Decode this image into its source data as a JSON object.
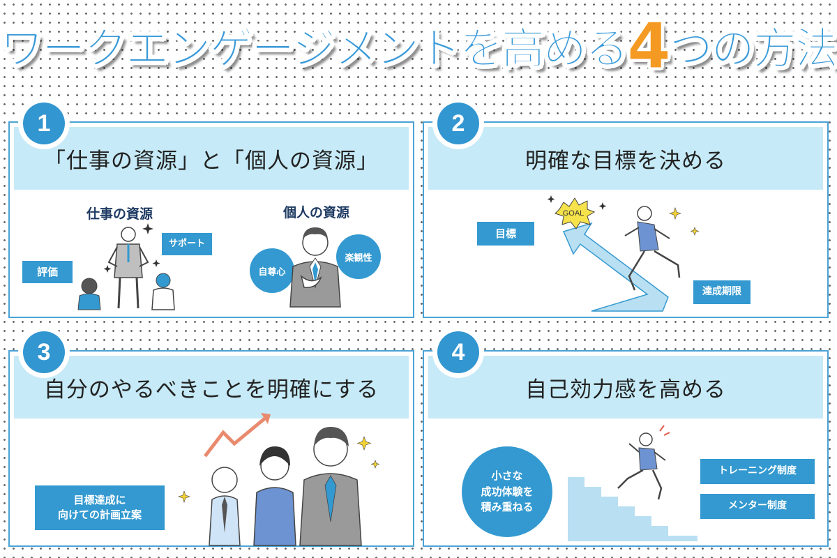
{
  "title": {
    "before": "ワークエンゲージメントを高める",
    "number": "4",
    "after": "つの方法"
  },
  "cards": [
    {
      "number": "1",
      "heading": "「仕事の資源」と「個人の資源」",
      "job_resources": {
        "label": "仕事の資源",
        "tags": [
          "評価",
          "サポート"
        ]
      },
      "personal_resources": {
        "label": "個人の資源",
        "tags": [
          "自尊心",
          "楽観性"
        ]
      }
    },
    {
      "number": "2",
      "heading": "明確な目標を決める",
      "goal_text": "GOAL",
      "tags": [
        "目標",
        "達成期限"
      ]
    },
    {
      "number": "3",
      "heading": "自分のやるべきことを明確にする",
      "tag_lines": [
        "目標達成に",
        "向けての計画立案"
      ]
    },
    {
      "number": "4",
      "heading": "自己効力感を高める",
      "circle_lines": [
        "小さな",
        "成功体験を",
        "積み重ねる"
      ],
      "tags": [
        "トレーニング制度",
        "メンター制度"
      ]
    }
  ],
  "colors": {
    "accent_blue": "#3399d0",
    "band_light_blue": "#c6eaf7",
    "title_blue": "#3a9ad9",
    "title_orange": "#f49a23",
    "arrow_salmon": "#e98a6e",
    "sparkle_yellow": "#f2d233"
  }
}
